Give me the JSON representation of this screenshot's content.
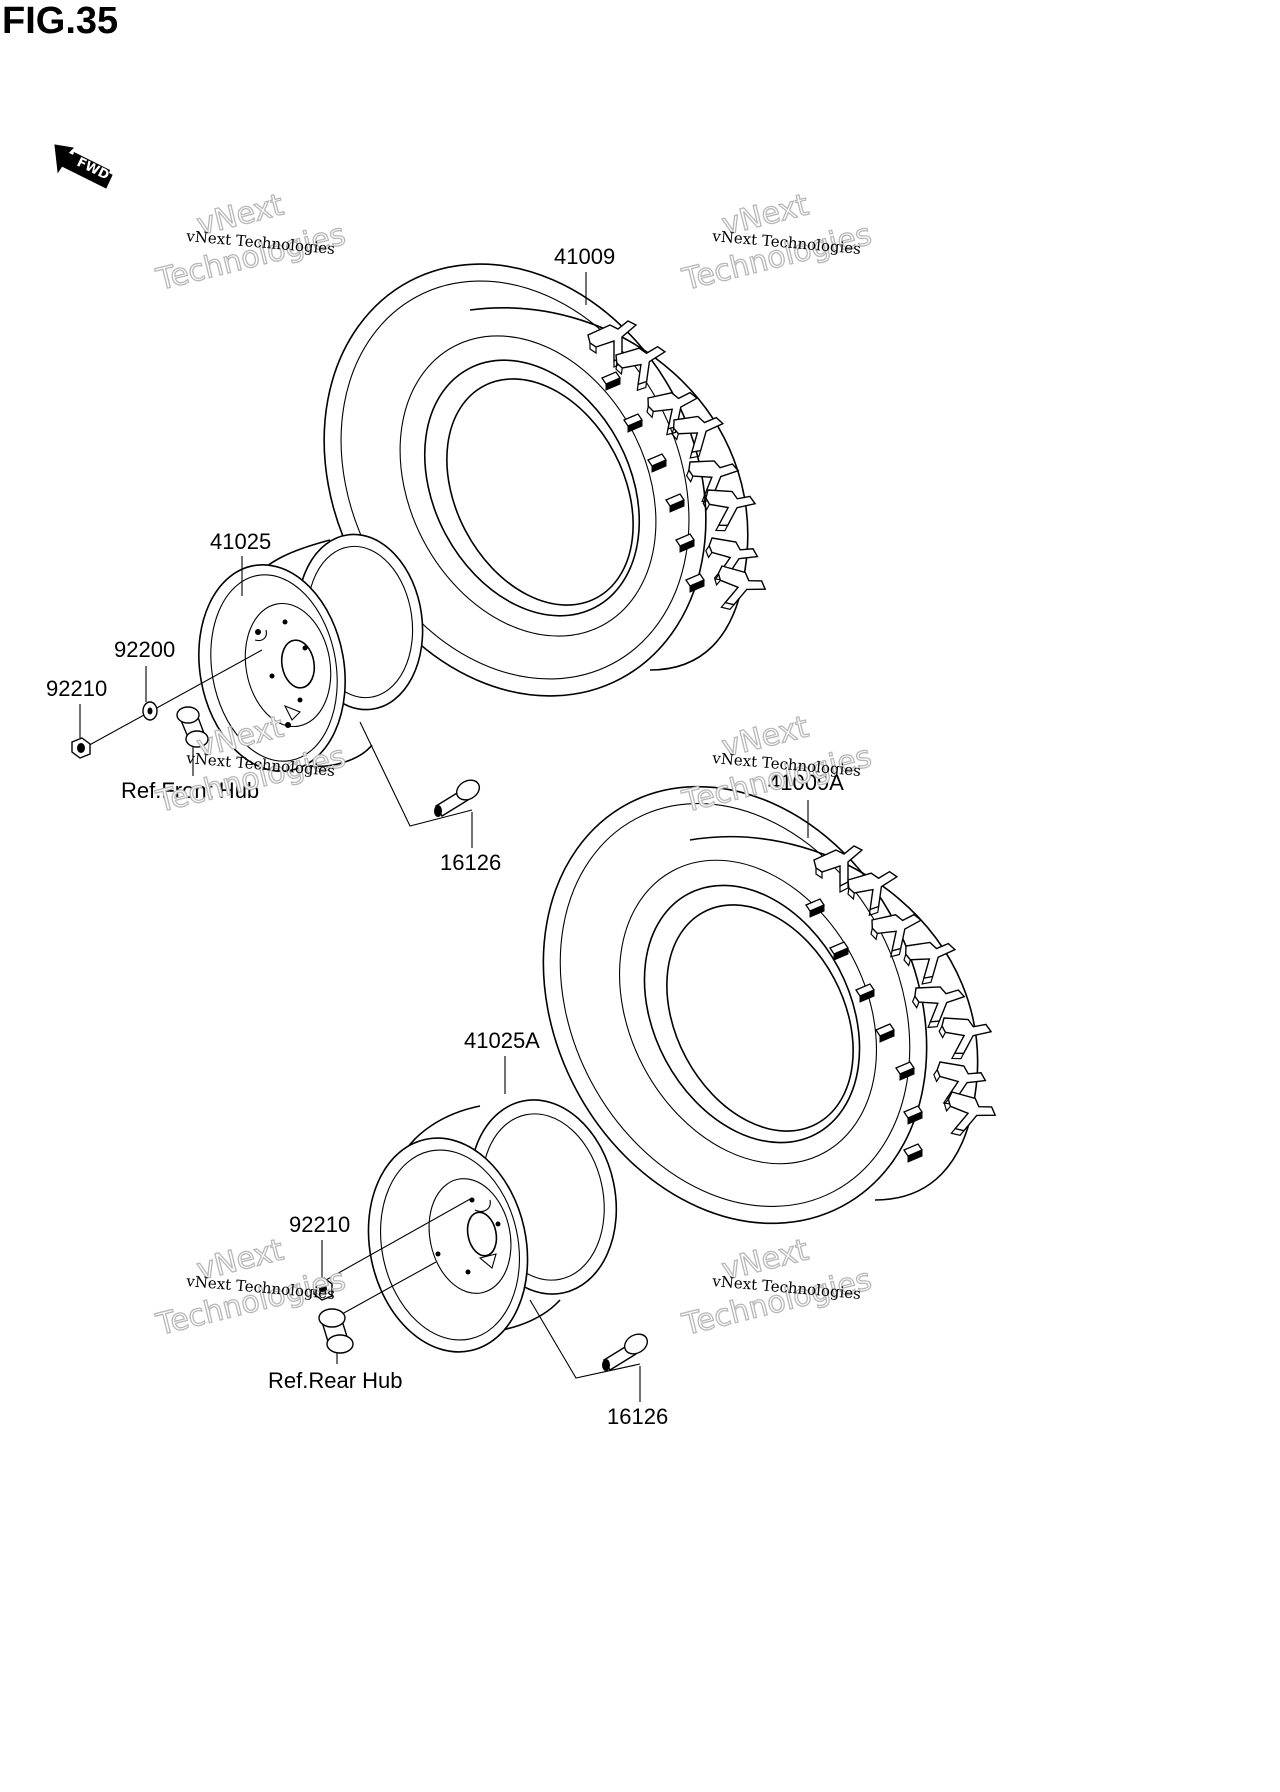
{
  "figure": {
    "title": "FIG.35"
  },
  "direction_marker": {
    "label": "FWD",
    "icon": "fwd-arrow-icon"
  },
  "callouts": {
    "front_tire": "41009",
    "front_wheel": "41025",
    "front_washer": "92200",
    "front_nut": "92210",
    "front_hub_ref": "Ref.Front Hub",
    "front_valve": "16126",
    "rear_tire": "41009A",
    "rear_wheel": "41025A",
    "rear_nut": "92210",
    "rear_hub_ref": "Ref.Rear Hub",
    "rear_valve": "16126"
  },
  "watermark": {
    "small_text": "vNext Technologies",
    "line1": "vNext",
    "line2": "Technologies"
  }
}
